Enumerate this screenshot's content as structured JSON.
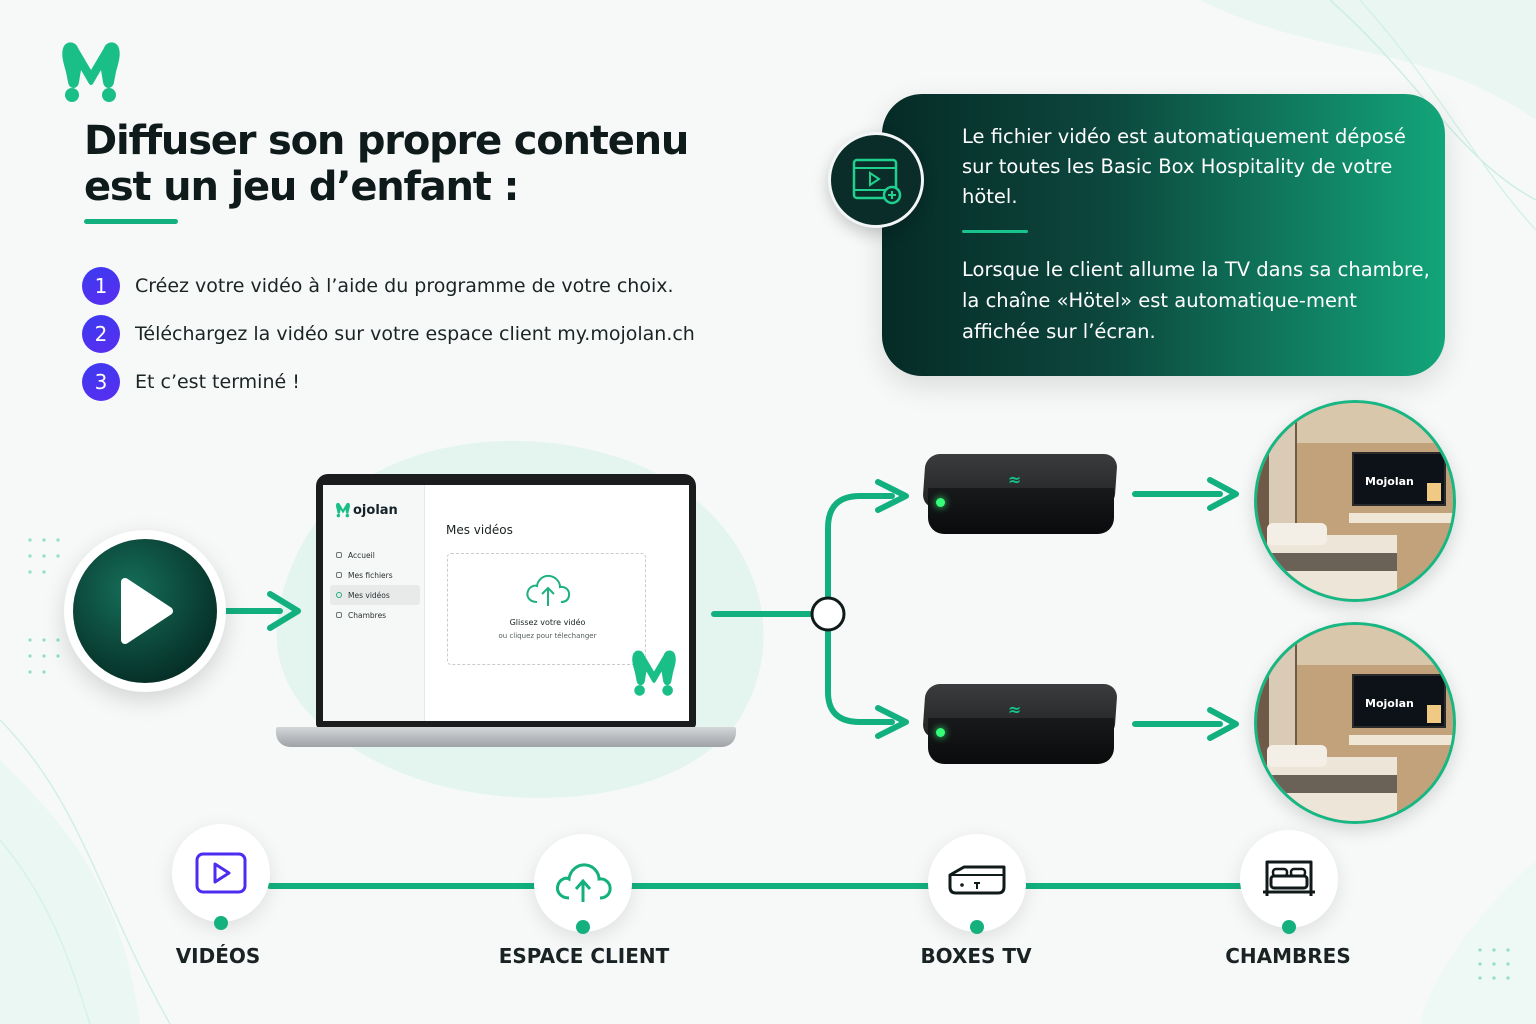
{
  "heading": {
    "line1": "Diffuser son propre contenu",
    "line2": "est un jeu d’enfant :"
  },
  "steps": [
    {
      "num": "1",
      "text": "Créez votre vidéo à l’aide du programme de votre choix."
    },
    {
      "num": "2",
      "text": "Téléchargez la vidéo sur votre espace client my.mojolan.ch"
    },
    {
      "num": "3",
      "text": "Et c’est terminé !"
    }
  ],
  "info": {
    "paragraph1": "Le fichier vidéo est automatiquement déposé sur toutes les Basic Box Hospitality de votre hötel.",
    "paragraph2": "Lorsque le client allume la TV dans sa chambre, la chaîne «Hötel» est automatique-ment affichée sur l’écran.",
    "icon": "video-file-icon"
  },
  "app": {
    "brand": "ojolan",
    "nav": [
      "Accueil",
      "Mes fichiers",
      "Mes vidéos",
      "Chambres"
    ],
    "active_nav": "Mes vidéos",
    "page_title": "Mes vidéos",
    "drop_title": "Glissez votre vidéo",
    "drop_subtitle": "ou cliquez pour télechanger"
  },
  "rooms": {
    "tv_brand": "Mojolan"
  },
  "timeline": [
    {
      "label": "VIDÉOS",
      "icon": "video-icon"
    },
    {
      "label": "ESPACE CLIENT",
      "icon": "cloud-upload-icon"
    },
    {
      "label": "BOXES TV",
      "icon": "tv-box-icon"
    },
    {
      "label": "CHAMBRES",
      "icon": "bed-icon"
    }
  ],
  "colors": {
    "accent": "#14b17f",
    "dark": "#062b27",
    "step_badge": "#4634f0"
  }
}
